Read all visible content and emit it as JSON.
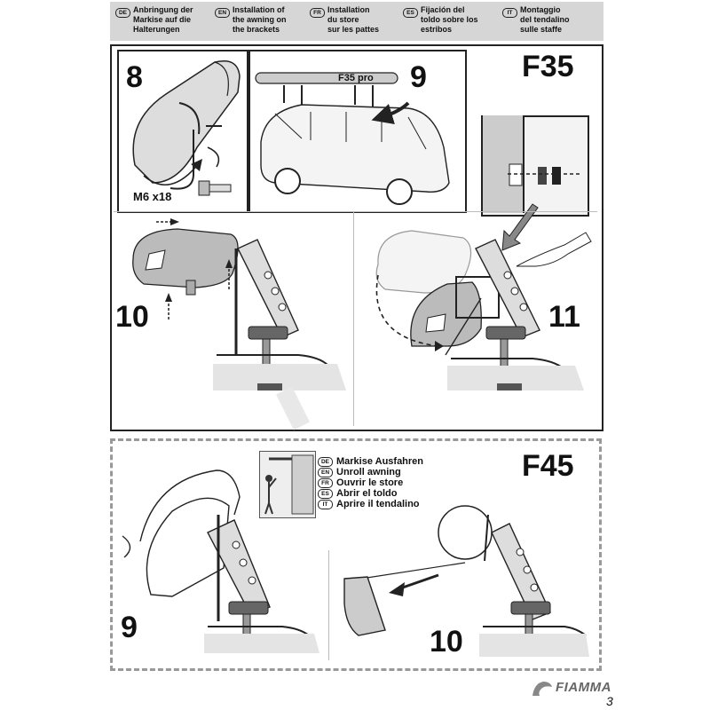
{
  "header": {
    "languages": [
      {
        "code": "DE",
        "text": "Anbringung der\nMarkise auf die\nHalterungen"
      },
      {
        "code": "EN",
        "text": "Installation of\nthe awning on\nthe brackets"
      },
      {
        "code": "FR",
        "text": "Installation\ndu store\nsur les pattes"
      },
      {
        "code": "ES",
        "text": "Fijación del\ntoldo sobre los\nestribos"
      },
      {
        "code": "IT",
        "text": "Montaggio\ndel tendalino\nsulle staffe"
      }
    ]
  },
  "f35": {
    "model": "F35",
    "step8": {
      "number": "8",
      "bolt_label": "M6 x18"
    },
    "step9": {
      "number": "9",
      "awning_label": "F35 pro"
    },
    "step10": {
      "number": "10"
    },
    "step11": {
      "number": "11"
    }
  },
  "f45": {
    "model": "F45",
    "step9": {
      "number": "9"
    },
    "step10": {
      "number": "10"
    },
    "unroll": [
      {
        "code": "DE",
        "text": "Markise Ausfahren"
      },
      {
        "code": "EN",
        "text": "Unroll awning"
      },
      {
        "code": "FR",
        "text": "Ouvrir le store"
      },
      {
        "code": "ES",
        "text": "Abrir el toldo"
      },
      {
        "code": "IT",
        "text": "Aprire il tendalino"
      }
    ]
  },
  "footer": {
    "brand": "FIAMMA",
    "page": "3"
  }
}
